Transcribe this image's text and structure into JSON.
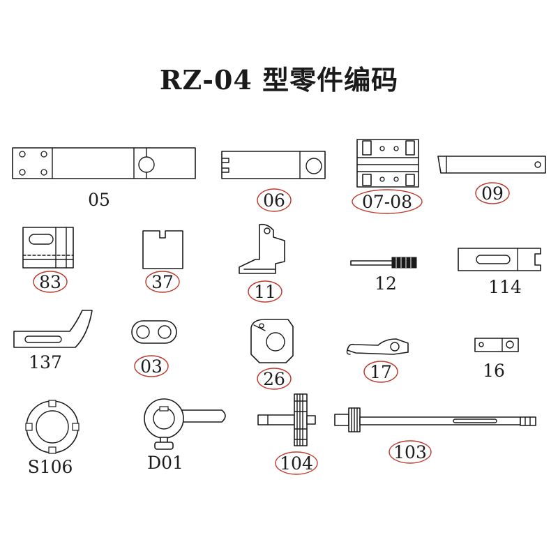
{
  "title": "RZ-04 型零件编码",
  "colors": {
    "ink": "#1a1a1a",
    "highlight_ring": "#c0392b",
    "background": "#ffffff"
  },
  "parts": [
    {
      "code": "05",
      "circled": false
    },
    {
      "code": "06",
      "circled": true
    },
    {
      "code": "07-08",
      "circled": true
    },
    {
      "code": "09",
      "circled": true
    },
    {
      "code": "83",
      "circled": true
    },
    {
      "code": "37",
      "circled": true
    },
    {
      "code": "11",
      "circled": true
    },
    {
      "code": "12",
      "circled": false
    },
    {
      "code": "114",
      "circled": false
    },
    {
      "code": "137",
      "circled": false
    },
    {
      "code": "03",
      "circled": true
    },
    {
      "code": "26",
      "circled": true
    },
    {
      "code": "17",
      "circled": true
    },
    {
      "code": "16",
      "circled": false
    },
    {
      "code": "S106",
      "circled": false
    },
    {
      "code": "D01",
      "circled": false
    },
    {
      "code": "104",
      "circled": true
    },
    {
      "code": "103",
      "circled": true
    }
  ]
}
